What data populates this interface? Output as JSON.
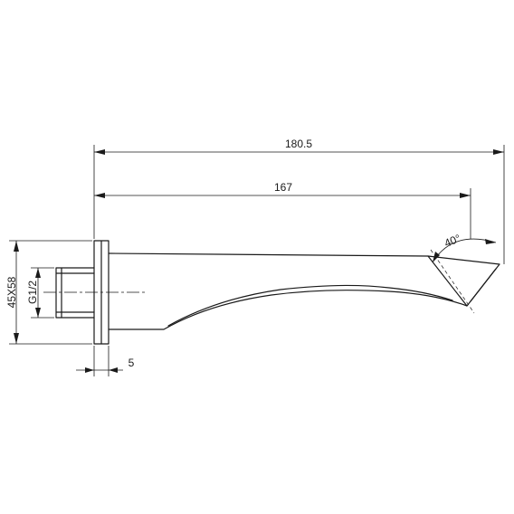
{
  "dimensions": {
    "overall_length": "180.5",
    "spout_length": "167",
    "angle": "40°",
    "flange_thickness": "5",
    "flange_size": "45X58",
    "thread": "G1/2"
  }
}
